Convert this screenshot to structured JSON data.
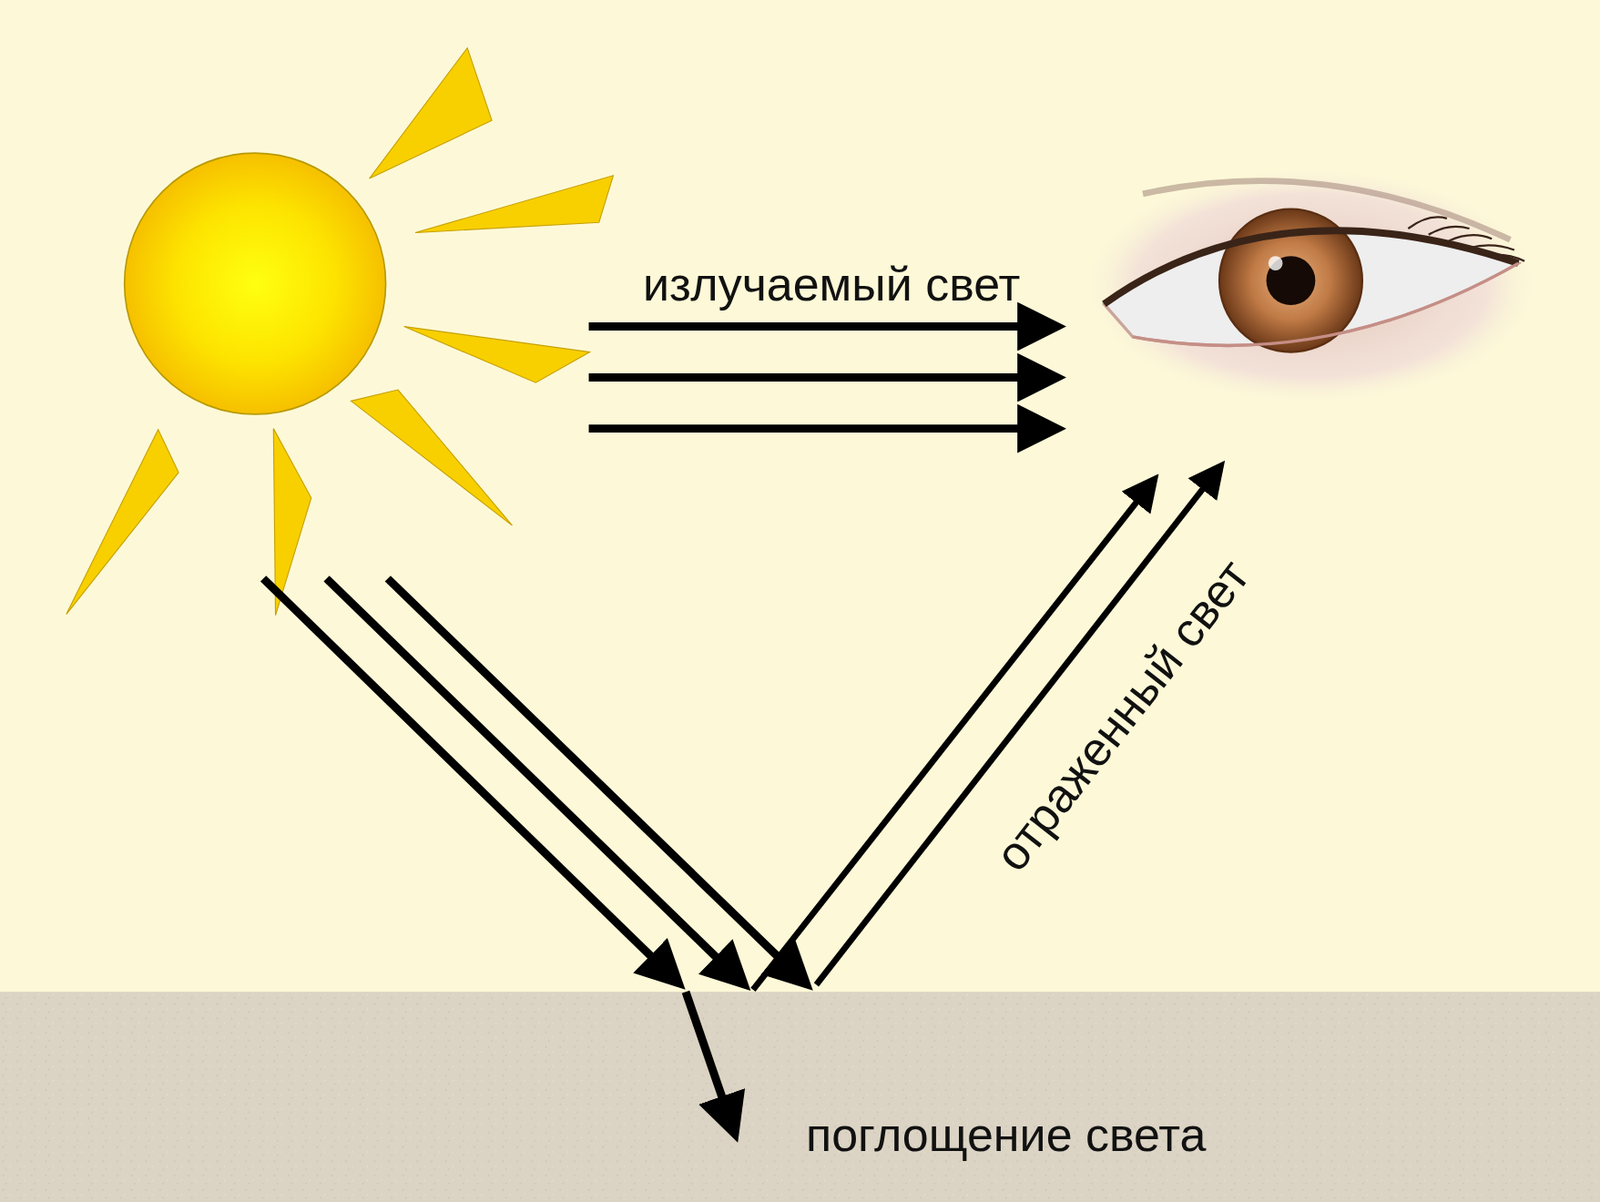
{
  "diagram": {
    "labels": [
      "излучаемый свет",
      "отраженный свет",
      "поглощение света"
    ]
  }
}
